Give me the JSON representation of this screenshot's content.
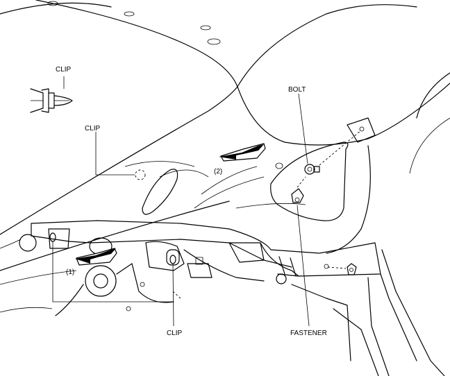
{
  "labels": {
    "clip_top_left": "CLIP",
    "clip_mid": "CLIP",
    "bolt": "BOLT",
    "step_2": "(2)",
    "step_1": "(1)",
    "clip_bottom": "CLIP",
    "fastener": "FASTENER"
  }
}
